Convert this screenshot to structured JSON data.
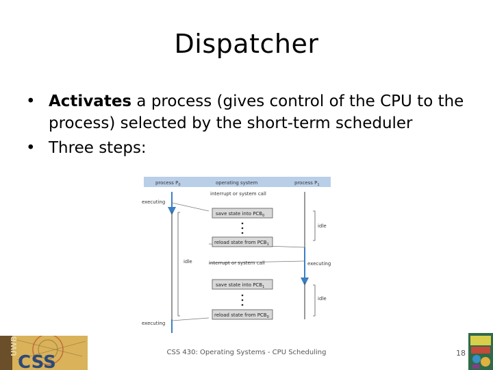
{
  "slide": {
    "title": "Dispatcher",
    "bullets": [
      {
        "bold": "Activates",
        "text": " a process (gives control of the CPU to the process) selected by the short-term scheduler"
      },
      {
        "bold": "",
        "text": "Three steps:"
      }
    ],
    "bullet_symbol": "•"
  },
  "diagram": {
    "headers": {
      "left": "process P",
      "left_sub": "0",
      "middle": "operating system",
      "right": "process P",
      "right_sub": "1"
    },
    "events": {
      "interrupt_1": "interrupt or system call",
      "interrupt_2": "interrupt or system call"
    },
    "boxes": [
      {
        "label": "save state into PCB",
        "sub": "0"
      },
      {
        "label": "reload state from PCB",
        "sub": "1"
      },
      {
        "label": "save state into PCB",
        "sub": "1"
      },
      {
        "label": "reload state from PCB",
        "sub": "0"
      }
    ],
    "side_labels": {
      "executing_top": "executing",
      "idle_left": "idle",
      "idle_right_1": "idle",
      "executing_right": "executing",
      "idle_right_2": "idle",
      "executing_bottom": "executing"
    }
  },
  "footer": {
    "course_text": "CSS 430: Operating Systems - CPU Scheduling",
    "page_number": "18",
    "logo_left_text": "CSS",
    "logo_left_mark": "UWB"
  },
  "colors": {
    "header_band": "#b9cfe8",
    "box_fill": "#d9d9d9",
    "arrow_blue": "#3a7fc4",
    "logo_left_bg": "#d9b25a"
  }
}
